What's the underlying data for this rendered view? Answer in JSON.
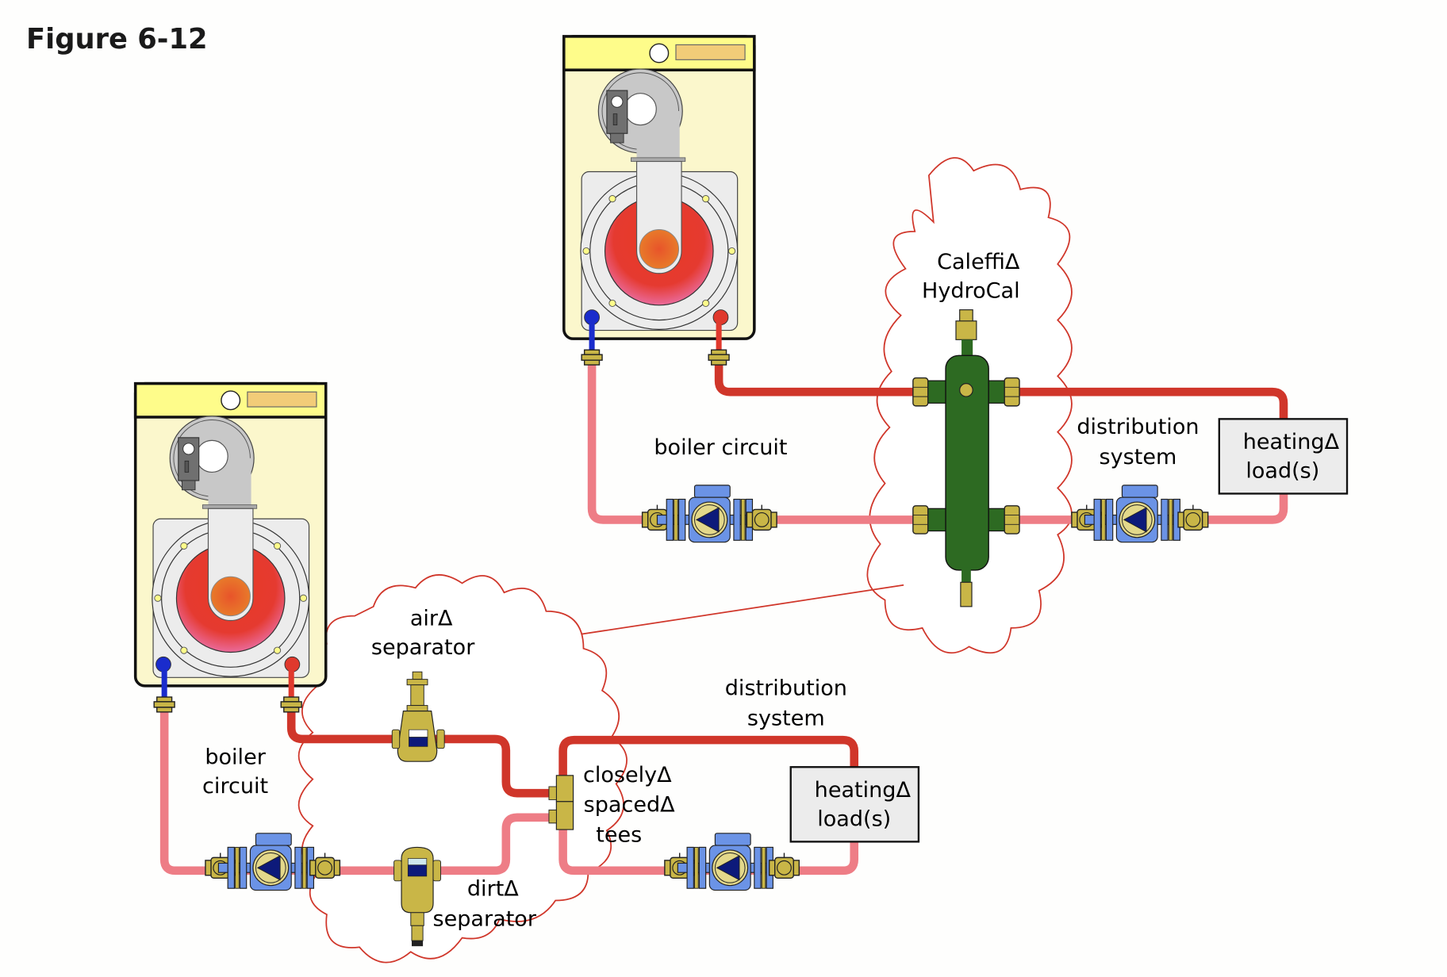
{
  "figure": {
    "title": "Figure 6-12"
  },
  "top_system": {
    "hydrocal_label": [
      "Caleffi",
      "HydroCal"
    ],
    "boiler_circuit_label": "boiler circuit",
    "distribution_label": [
      "distribution",
      "system"
    ],
    "load_label": [
      "heating",
      "load(s)"
    ]
  },
  "bottom_system": {
    "air_separator_label": [
      "air",
      "separator"
    ],
    "dirt_separator_label": [
      "dirt",
      "separator"
    ],
    "tees_label": [
      "closely",
      "spaced",
      "tees"
    ],
    "boiler_circuit_label": [
      "boiler",
      "circuit"
    ],
    "distribution_label": [
      "distribution",
      "system"
    ],
    "load_label": [
      "heating",
      "load(s)"
    ]
  },
  "colors": {
    "supply_pipe": "#d0362a",
    "return_pipe": "#ee7d86",
    "cloud_outline": "#d0362a",
    "hydrocal_body": "#2d6a22",
    "brass": "#c9b647",
    "pump_body": "#6b93e6",
    "boiler_panel": "#fbf7cc",
    "boiler_header": "#fefc8a"
  }
}
